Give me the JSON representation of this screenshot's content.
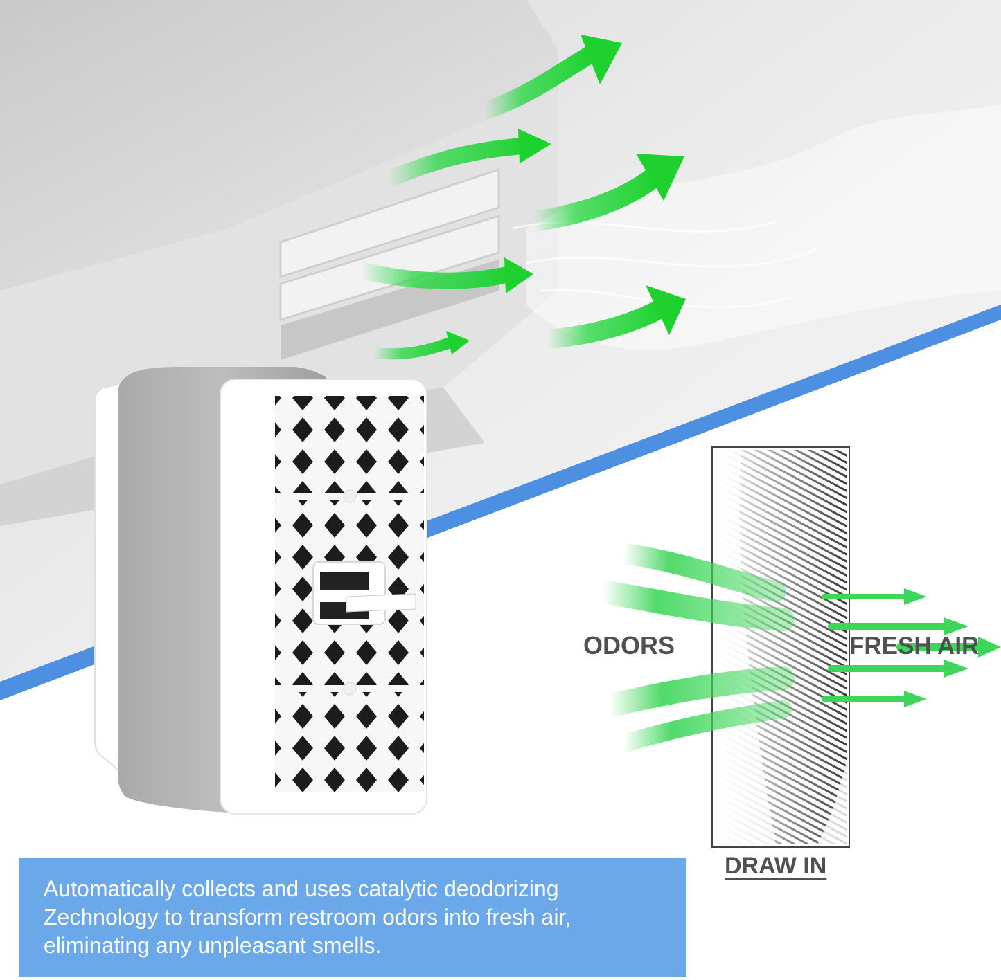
{
  "diagram": {
    "label_odors": "ODORS",
    "label_fresh_air": "FRESH AIR",
    "label_draw_in": "DRAW IN"
  },
  "caption": {
    "text": "Automatically collects and uses catalytic deodorizing\nZechnology to transform restroom odors into fresh air,\neliminating any unpleasant smells."
  },
  "colors": {
    "accent_blue": "#4d8fe0",
    "caption_bg": "#6aa8ea",
    "arrow_green": "#27d63a",
    "text_gray": "#505050"
  }
}
